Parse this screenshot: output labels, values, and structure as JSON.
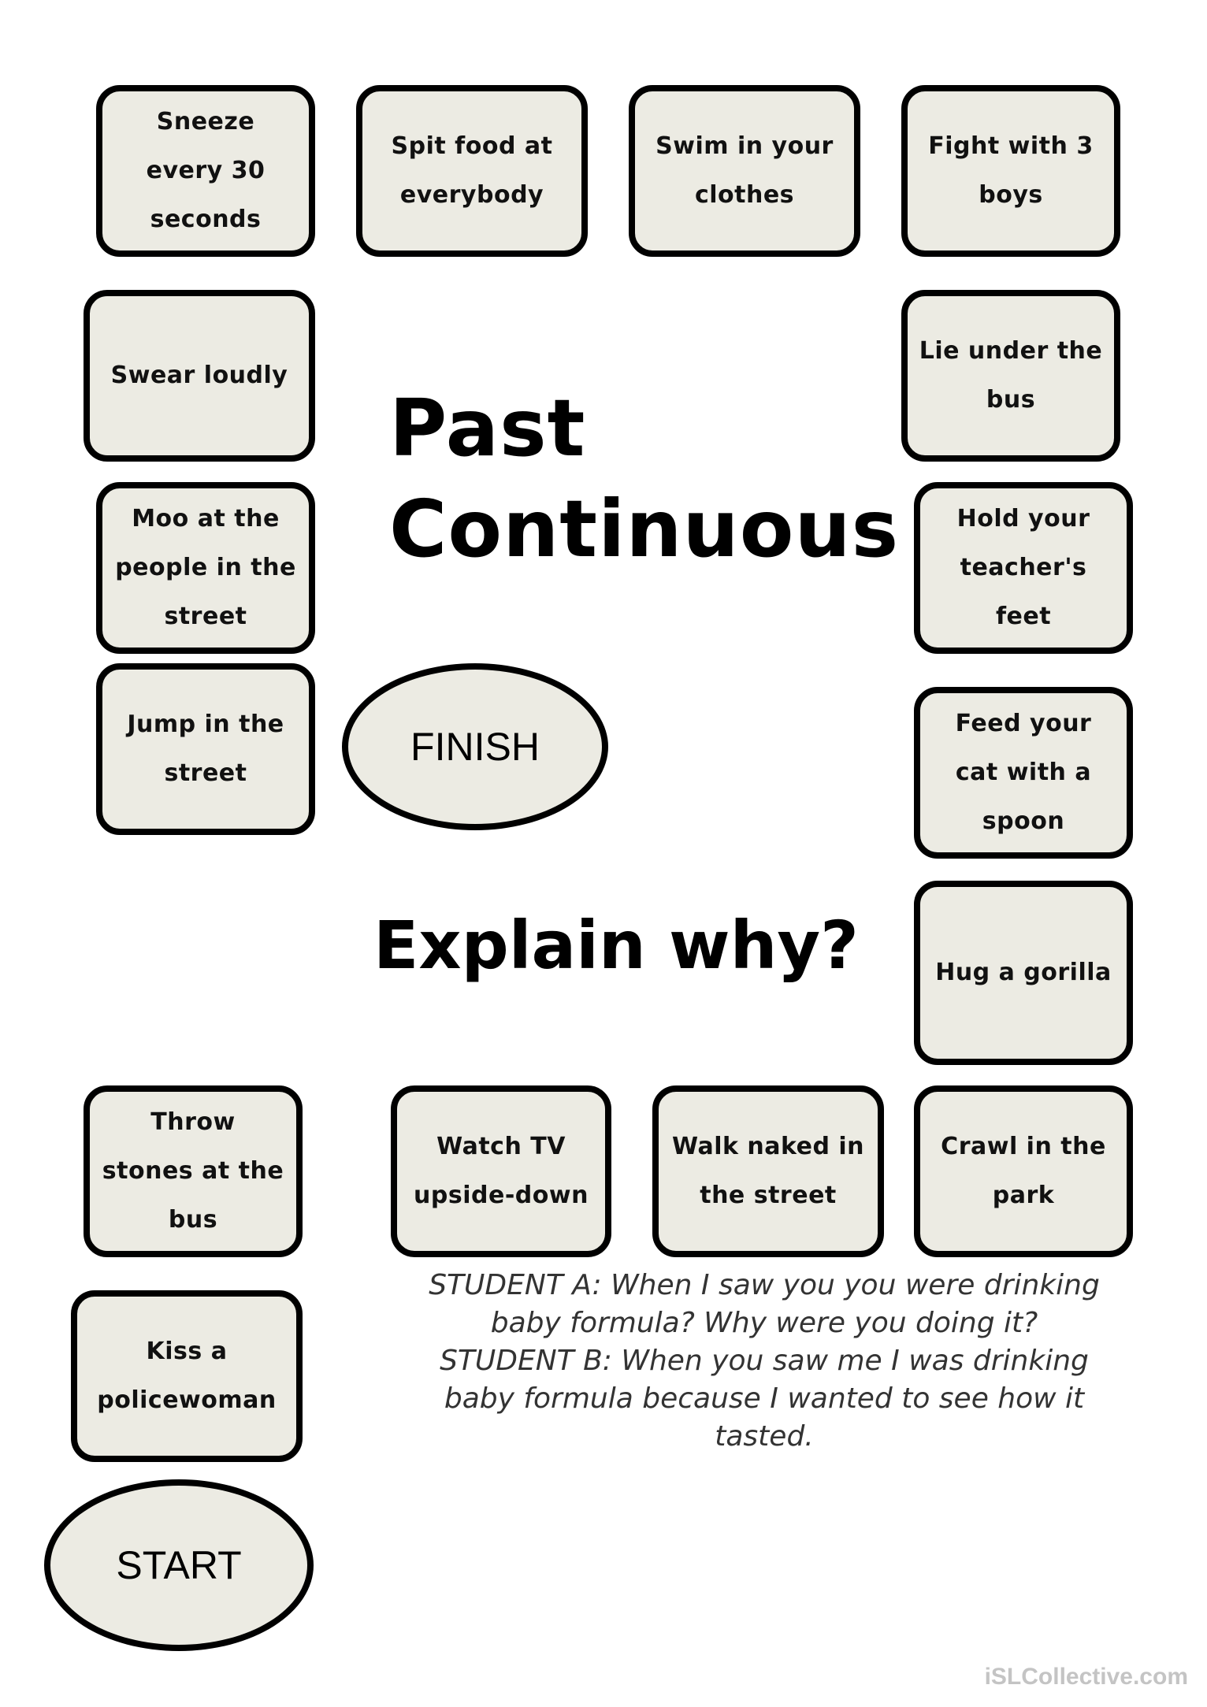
{
  "title": "Past\nContinuous",
  "subtitle": "Explain why?",
  "squares": [
    "Sneeze\nevery 30\nseconds",
    "Spit food at\neverybody",
    "Swim in your\nclothes",
    "Fight with 3\nboys",
    "Swear loudly",
    "Lie under the\nbus",
    "Moo at the\npeople in the\nstreet",
    "Hold your\nteacher's\nfeet",
    "Jump in the\nstreet",
    "Feed your\ncat with a\nspoon",
    "Hug a gorilla",
    "Throw\nstones at the\nbus",
    "Watch TV\nupside-down",
    "Walk naked in\nthe street",
    "Crawl in the\npark",
    "Kiss a\npolicewoman"
  ],
  "finish_label": "FINISH",
  "start_label": "START",
  "example": {
    "line_a": "STUDENT A: When I saw you you were drinking baby formula? Why were you doing it?",
    "line_b": "STUDENT B: When you saw me I was drinking baby formula because I wanted to see how it tasted."
  },
  "watermark": "iSLCollective.com",
  "colors": {
    "square_fill": "#ecebe3",
    "border": "#000000",
    "watermark": "#c4c4c4"
  }
}
